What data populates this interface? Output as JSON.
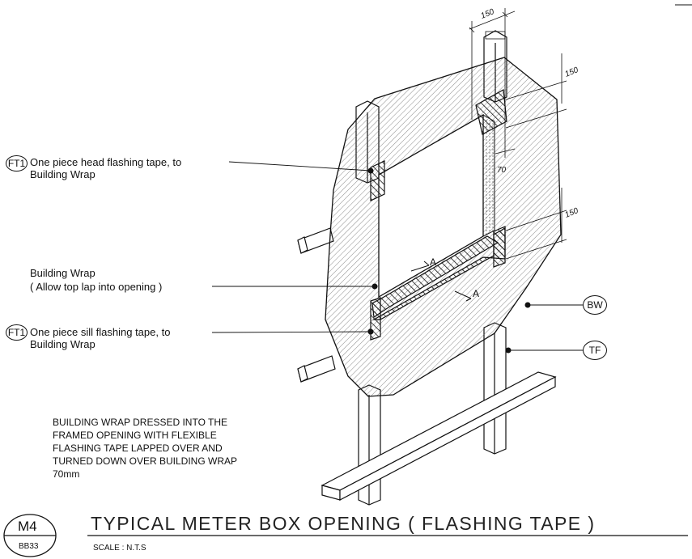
{
  "labels": {
    "ft1_head_tag": "FT1",
    "ft1_head_text": "One piece head flashing tape, to\nBuilding Wrap",
    "building_wrap": "Building Wrap\n( Allow top lap into opening )",
    "ft1_sill_tag": "FT1",
    "ft1_sill_text": "One piece sill flashing tape, to\nBuilding Wrap",
    "bw_tag": "BW",
    "tf_tag": "TF",
    "section_a_top": "A",
    "section_a_bottom": "A"
  },
  "dimensions": {
    "top_width": "150",
    "head_height": "150",
    "reveal": "70",
    "sill_height": "150"
  },
  "note": "BUILDING WRAP DRESSED INTO THE\nFRAMED OPENING WITH FLEXIBLE\nFLASHING TAPE LAPPED OVER AND\nTURNED DOWN OVER BUILDING WRAP\n70mm",
  "title_block": {
    "detail_id": "M4",
    "sheet_ref": "BB33",
    "title": "TYPICAL METER BOX OPENING ( FLASHING TAPE )",
    "scale": "SCALE :  N.T.S"
  }
}
